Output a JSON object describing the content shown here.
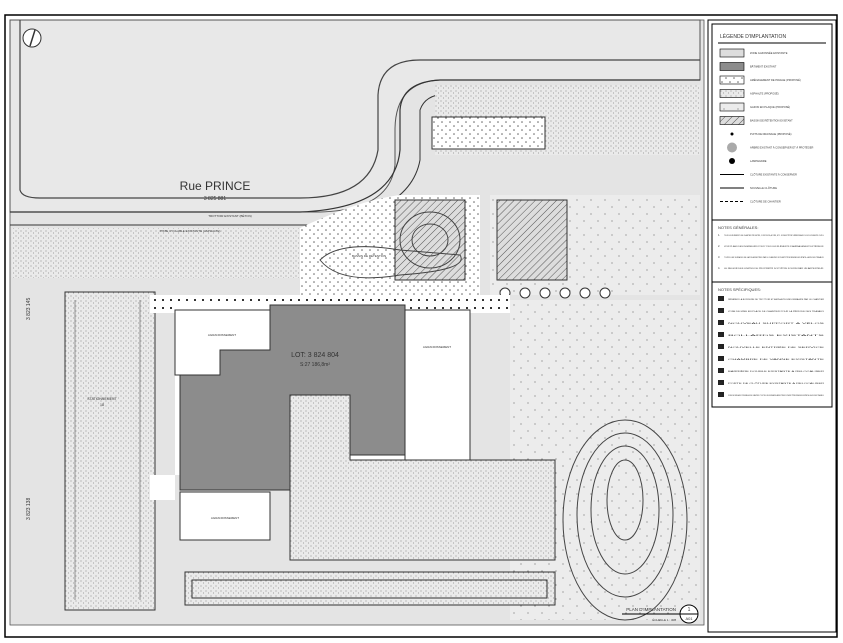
{
  "plan": {
    "street_name": "Rue PRINCE",
    "street_lot": "3 825 881",
    "main_lot": "LOT: 3 824 804",
    "main_area": "S:27 186,8m²",
    "lot_left_top": "3 823 145",
    "lot_left_bottom": "3 823 138",
    "sidewalk_label": "TROTTOIR EXISTANT (BÉTON)",
    "bike_path_label": "PISTE CYCLABLE EXISTANTE (ASPHALTE)",
    "extension_label": "AGRANDISSEMENT",
    "parking_label": "STATIONNEMENT",
    "detention_label": "BASSIN DE RÉTENTION",
    "parking_count": "18"
  },
  "legend": {
    "title": "LÉGENDE D'IMPLANTATION",
    "items": [
      {
        "label": "ZONE GAZONNÉE EXISTANTE",
        "swatch": "light"
      },
      {
        "label": "BÂTIMENT EXISTANT",
        "swatch": "dark"
      },
      {
        "label": "AMÉNAGEMENT DE PAVAGE (PROPOSÉ)",
        "swatch": "dots"
      },
      {
        "label": "ASPHALTE (PROPOSÉ)",
        "swatch": "speckle"
      },
      {
        "label": "GAZON EN PLAQUE (PROPOSÉ)",
        "swatch": "sparse"
      },
      {
        "label": "BASSIN DE RÉTENTION EXISTANT",
        "swatch": "hatch"
      },
      {
        "label": "PUITS DE DRAINAGE (PROPOSÉ)",
        "swatch": "dot"
      },
      {
        "label": "ARBRE EXISTANT À CONSERVER ET À PROTÉGER",
        "swatch": "tree"
      },
      {
        "label": "LAMPADAIRE",
        "swatch": "lamp"
      },
      {
        "label": "CLÔTURE EXISTANTE À CONSERVER",
        "swatch": "line-dots"
      },
      {
        "label": "NOUVELLE CLÔTURE",
        "swatch": "line"
      },
      {
        "label": "CLÔTURE DE CHANTIER",
        "swatch": "dash"
      }
    ]
  },
  "notes_general": {
    "title": "NOTES GÉNÉRALES:",
    "items": [
      {
        "num": "1.",
        "text": "TOUS LES ÉLÉMENTS DE CHANTIER PROJETÉS, CONTOURS, ACCÈS, ETC. DOIVENT ÊTRE VÉRIFIÉS AVEC LES DOCUMENTS CIVILS."
      },
      {
        "num": "2.",
        "text": "VOIR PLANS DES INGÉNIEURS POUR TOUS LES ÉLÉMENTS D'AMÉNAGEMENT EXTÉRIEUR."
      },
      {
        "num": "3.",
        "text": "TOUTES LES SURFACES DE GAZON AFFECTÉES PAR LE CHANTIER DOIVENT ÊTRE REMISES EN ÉTAT À LA FIN DES TRAVAUX."
      },
      {
        "num": "4.",
        "text": "LE RELEVÉ DES LIMITES DE PROPRIÉTÉ DOIT ÊTRE FOURNI PAR UN ARPENTEUR."
      }
    ]
  },
  "notes_specific": {
    "title": "NOTES SPÉCIFIQUES:",
    "items": [
      {
        "num": "01",
        "text": "RÉPARER LA BORDURE DE TROTTOIR ET ASPHALTE ENDOMMAGÉS PAR LE CHANTIER"
      },
      {
        "num": "02",
        "text": "ZONE DE MISE EN PLACE DE CHANTIER POUR LA PÉRIODE DES TRAVAUX"
      },
      {
        "num": "03",
        "text": "NOUVEAU SUPPORT À VÉLOS"
      },
      {
        "num": "04",
        "text": "BOLLARDS EXISTANTS"
      },
      {
        "num": "05",
        "text": "NOUVELLE ENTRÉE DE SERVICE"
      },
      {
        "num": "06",
        "text": "CHAMBRE DE VANNE EXISTANTE"
      },
      {
        "num": "07",
        "text": "BARRIÈRE DOUBLE EXISTANTE À RELOCALISER"
      },
      {
        "num": "08",
        "text": "PORTE DE CLÔTURE EXISTANTE À RELOCALISER"
      },
      {
        "num": "09",
        "text": "ZONE DE DÉBLAIS ET REMBLAIS DE CHANTIER. TOUTES LES SURFACES AFFECTÉES DOIVENT ÊTRE REMISES EN ÉTAT À LA FIN DES TRAVAUX."
      }
    ]
  },
  "title_block": {
    "title": "PLAN D'IMPLANTATION",
    "scale": "ÉCHELLE 1 : 300",
    "detail_number": "1",
    "sheet_number": "A01"
  }
}
